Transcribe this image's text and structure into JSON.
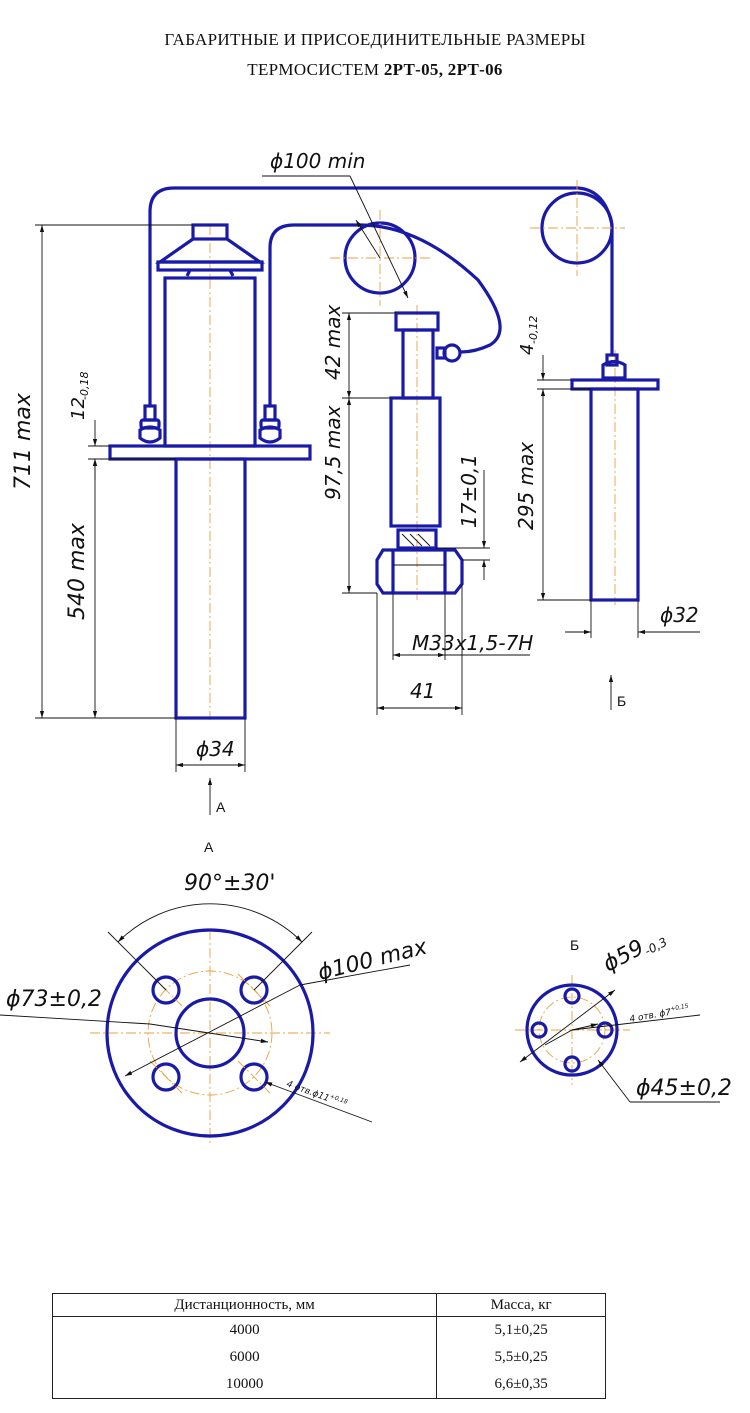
{
  "title": {
    "line1": "ГАБАРИТНЫЕ И ПРИСОЕДИНИТЕЛЬНЫЕ РАЗМЕРЫ",
    "line2_prefix": "ТЕРМОСИСТЕМ ",
    "line2_bold": "2РТ-05, 2РТ-06"
  },
  "dimensions": {
    "d100min": "ϕ100 min",
    "h711": "711 max",
    "h540": "540 max",
    "t12": "12",
    "t12_tol": "-0,18",
    "h42": "42 max",
    "h97": "97,5 max",
    "h17": "17±0,1",
    "t4": "4",
    "t4_tol": "-0,12",
    "h295": "295 max",
    "d32": "ϕ32",
    "thread": "M33x1,5-7H",
    "w41": "41",
    "d34": "ϕ34",
    "viewA_arrow": "А",
    "viewB_arrow": "Б"
  },
  "view_a": {
    "label": "А",
    "angle": "90°±30'",
    "d100max": "ϕ100 max",
    "d73": "ϕ73±0,2",
    "holes": "4 отв.ϕ11",
    "holes_tol": "+0,18"
  },
  "view_b": {
    "label": "Б",
    "d59": "ϕ59",
    "d59_tol": "-0,3",
    "holes": "4 отв. ϕ7",
    "holes_tol": "+0,15",
    "d45": "ϕ45±0,2"
  },
  "table": {
    "headers": [
      "Дистанционность, мм",
      "Масса, кг"
    ],
    "rows": [
      [
        "4000",
        "5,1±0,25"
      ],
      [
        "6000",
        "5,5±0,25"
      ],
      [
        "10000",
        "6,6±0,35"
      ]
    ]
  },
  "colors": {
    "part": "#1a1aa8",
    "axis": "#e8a040",
    "dimension": "#111111"
  }
}
